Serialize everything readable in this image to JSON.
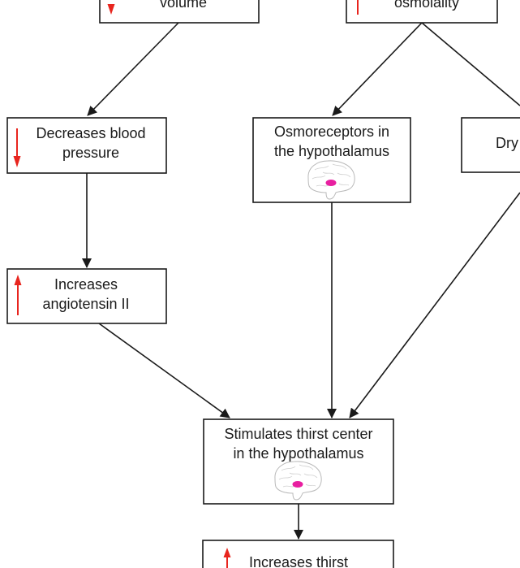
{
  "colors": {
    "line": "#1a1a1a",
    "up_arrow": "#e8251e",
    "down_arrow": "#e8251e",
    "hypothalamus_spot": "#e81fa0",
    "brain_outline": "#b9b9b9"
  },
  "nodes": {
    "blood_volume": {
      "lines": [
        "volume"
      ],
      "indicator": "down"
    },
    "osmolality": {
      "lines": [
        "osmolality"
      ],
      "indicator": "up"
    },
    "decreases_bp": {
      "lines": [
        "Decreases blood",
        "pressure"
      ],
      "indicator": "down"
    },
    "osmoreceptors": {
      "lines": [
        "Osmoreceptors in",
        "the hypothalamus"
      ],
      "icon": "brain-icon"
    },
    "dry": {
      "lines": [
        "Dry"
      ]
    },
    "angiotensin": {
      "lines": [
        "Increases",
        "angiotensin II"
      ],
      "indicator": "up"
    },
    "thirst_center": {
      "lines": [
        "Stimulates thirst center",
        "in the hypothalamus"
      ],
      "icon": "brain-icon"
    },
    "increases_thirst": {
      "lines": [
        "Increases thirst"
      ],
      "indicator": "up"
    }
  },
  "edges": [
    {
      "from": "blood_volume",
      "to": "decreases_bp"
    },
    {
      "from": "osmolality",
      "to": "osmoreceptors"
    },
    {
      "from": "osmolality",
      "to": "dry"
    },
    {
      "from": "decreases_bp",
      "to": "angiotensin"
    },
    {
      "from": "angiotensin",
      "to": "thirst_center"
    },
    {
      "from": "osmoreceptors",
      "to": "thirst_center"
    },
    {
      "from": "dry",
      "to": "thirst_center"
    },
    {
      "from": "thirst_center",
      "to": "increases_thirst"
    }
  ]
}
